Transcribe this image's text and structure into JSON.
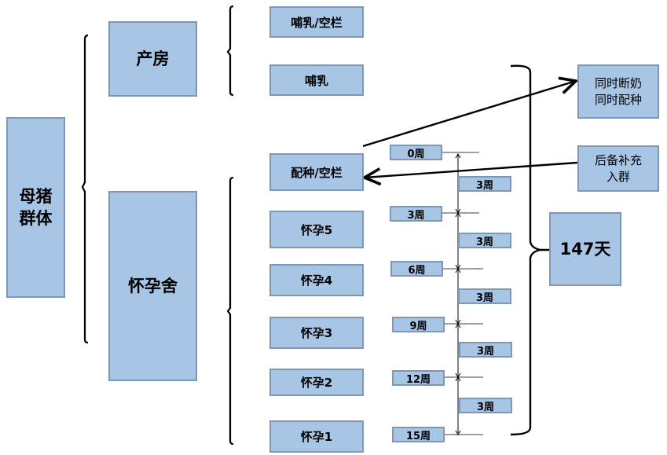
{
  "root": {
    "label_line1": "母猪",
    "label_line2": "群体"
  },
  "level1": [
    {
      "id": "farrowing",
      "label": "产房"
    },
    {
      "id": "gestation",
      "label": "怀孕舍"
    }
  ],
  "farrowing_items": [
    "哺乳/空栏",
    "哺乳"
  ],
  "gestation_items": [
    "配种/空栏",
    "怀孕5",
    "怀孕4",
    "怀孕3",
    "怀孕2",
    "怀孕1"
  ],
  "timeline": {
    "week_marks": [
      "0周",
      "3周",
      "6周",
      "9周",
      "12周",
      "15周"
    ],
    "intervals": [
      "3周",
      "3周",
      "3周",
      "3周",
      "3周"
    ]
  },
  "total": {
    "label": "147天"
  },
  "notes": {
    "weaning": {
      "line1": "同时断奶",
      "line2": "同时配种"
    },
    "replacement": {
      "line1": "后备补充",
      "line2": "入群"
    }
  },
  "colors": {
    "box_fill": "#a7c5e5",
    "box_border": "#7f97b2",
    "line": "#000000"
  }
}
